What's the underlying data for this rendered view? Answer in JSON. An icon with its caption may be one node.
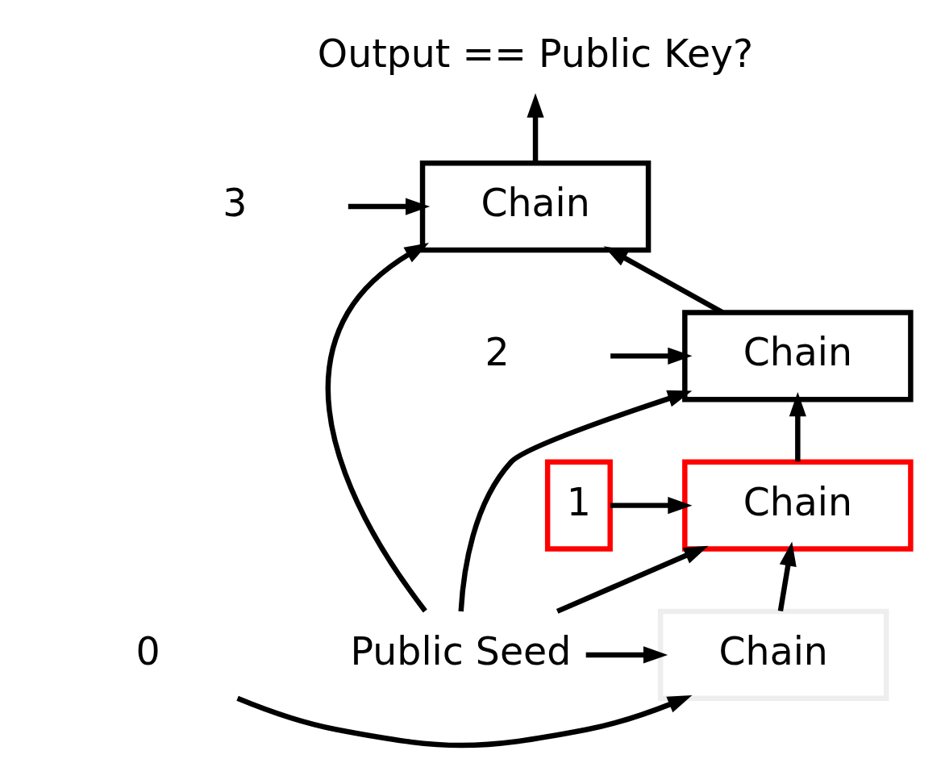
{
  "diagram": {
    "nodes": [
      {
        "text": [
          "Output == Public Key?"
        ]
      },
      {
        "text": [
          "Chain"
        ]
      },
      {
        "text": [
          "Chain"
        ]
      },
      {
        "text": [
          "Chain"
        ]
      },
      {
        "text": [
          "Chain"
        ]
      },
      {
        "text": [
          "3"
        ]
      },
      {
        "text": [
          "2"
        ]
      },
      {
        "text": [
          "1"
        ]
      },
      {
        "text": [
          "0"
        ]
      },
      {
        "text": [
          "Public Seed"
        ]
      }
    ],
    "edges": [
      {
        "from": 1,
        "to": 0,
        "arrow": "to"
      },
      {
        "from": 2,
        "to": 1,
        "arrow": "to"
      },
      {
        "from": 3,
        "to": 2,
        "arrow": "to"
      },
      {
        "from": 4,
        "to": 3,
        "arrow": "to"
      },
      {
        "from": 5,
        "to": 1,
        "arrow": "to"
      },
      {
        "from": 6,
        "to": 2,
        "arrow": "to"
      },
      {
        "from": 7,
        "to": 3,
        "arrow": "to"
      },
      {
        "from": 8,
        "to": 4,
        "arrow": "to"
      },
      {
        "from": 9,
        "to": 4,
        "arrow": "to"
      },
      {
        "from": 9,
        "to": 3,
        "arrow": "to"
      },
      {
        "from": 9,
        "to": 2,
        "arrow": "to"
      },
      {
        "from": 9,
        "to": 1,
        "arrow": "to"
      }
    ]
  }
}
